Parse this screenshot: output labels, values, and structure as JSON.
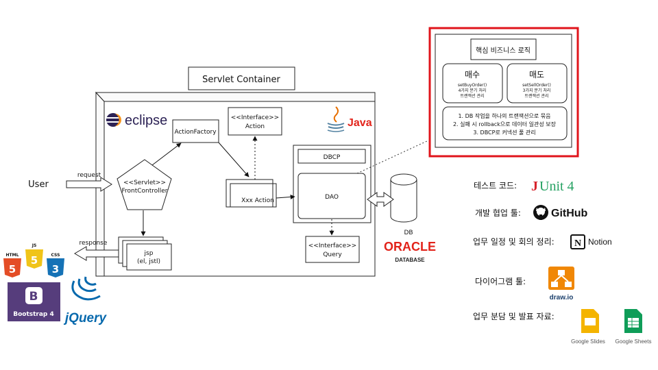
{
  "container": {
    "title": "Servlet Container"
  },
  "user_label": "User",
  "arrows": {
    "request": "request",
    "response": "response"
  },
  "front_controller": {
    "line1": "<<Servlet>>",
    "line2": "FrontController"
  },
  "action_factory": "ActionFactory",
  "interface_action": {
    "line1": "<<Interface>>",
    "line2": "Action"
  },
  "xxx_action": "Xxx Action",
  "jsp": {
    "line1": "jsp",
    "line2": "(el, jstl)"
  },
  "dbcp": "DBCP",
  "dao": "DAO",
  "interface_query": {
    "line1": "<<Interface>>",
    "line2": "Query"
  },
  "db_label": "DB",
  "logos": {
    "eclipse": "eclipse",
    "java": "Java",
    "oracle": "ORACLE",
    "oracle_sub": "DATABASE",
    "html": "HTML",
    "js": "JS",
    "css": "CSS",
    "bootstrap_letter": "B",
    "bootstrap": "Bootstrap 4",
    "jquery": "jQuery",
    "junit": "JUnit 4",
    "github": "GitHub",
    "notion_letter": "N",
    "notion": "Notion",
    "drawio": "draw.io",
    "google_slides": "Google Slides",
    "google_sheets": "Google Sheets"
  },
  "business": {
    "title": "핵심 비즈니스 로직",
    "buy": {
      "title": "매수",
      "method": "setBuyOrder()",
      "desc1": "4가지 분기 처리",
      "desc2": "트랜잭션 관리"
    },
    "sell": {
      "title": "매도",
      "method": "setSellOrder()",
      "desc1": "3가지 분기 처리",
      "desc2": "트랜잭션 관리"
    },
    "notes": [
      "1. DB 작업을 하나의 트랜잭션으로 묶음",
      "2. 실패 시 rollback으로 데이터 일관성 보장",
      "3. DBCP로 커넥션 풀 관리"
    ]
  },
  "tools": {
    "test": "테스트 코드:",
    "collab": "개발 협업 툴:",
    "schedule": "업무 일정 및 회의 정리:",
    "diagram": "다이어그램 툴:",
    "docs": "업무 분담 및 발표 자료:"
  },
  "colors": {
    "highlight_border": "#e0141b",
    "eclipse_purple": "#2c2255",
    "java_red": "#e76f00",
    "java_blue": "#5382a1",
    "oracle_red": "#e2231a",
    "html_orange": "#e44d26",
    "js_yellow": "#f0c419",
    "css_blue": "#1572b6",
    "bootstrap_purple": "#563d7c",
    "jquery_blue": "#0769ad",
    "junit_red": "#d7222b",
    "junit_green": "#25a162",
    "drawio_orange": "#f08705",
    "slides_yellow": "#f4b400",
    "sheets_green": "#0f9d58"
  }
}
